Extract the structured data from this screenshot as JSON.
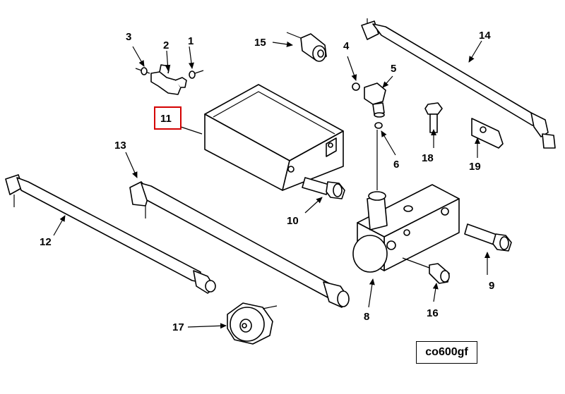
{
  "diagram": {
    "reference_code": "co600gf",
    "highlighted_callout": "11",
    "highlight_color": "#d40000",
    "callouts": [
      "1",
      "2",
      "3",
      "4",
      "5",
      "6",
      "8",
      "9",
      "10",
      "11",
      "12",
      "13",
      "14",
      "15",
      "16",
      "17",
      "18",
      "19"
    ]
  }
}
